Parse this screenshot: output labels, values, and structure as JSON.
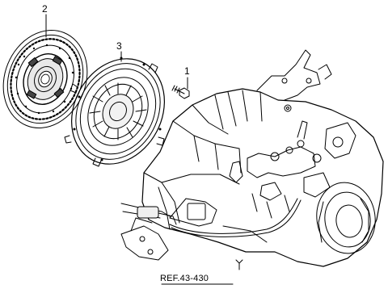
{
  "callouts": {
    "disc": "2",
    "pressure_plate": "3",
    "bolt": "1"
  },
  "reference": "REF.43-430",
  "colors": {
    "line": "#000000",
    "background": "#ffffff"
  }
}
